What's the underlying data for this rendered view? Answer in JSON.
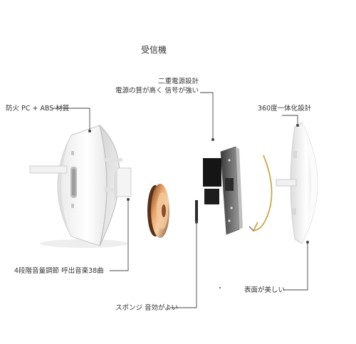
{
  "title": "受信機",
  "labels": {
    "power_line1": "二重電源設計",
    "power_line2": "電源の質が高く 信号が強い",
    "degree": "360度一体化設計",
    "material": "防火 PC + ABS 材質",
    "volume": "4段階音量調節 呼出音楽38曲",
    "sponge": "スポンジ 音効がよい",
    "surface": "表面が美しい"
  }
}
